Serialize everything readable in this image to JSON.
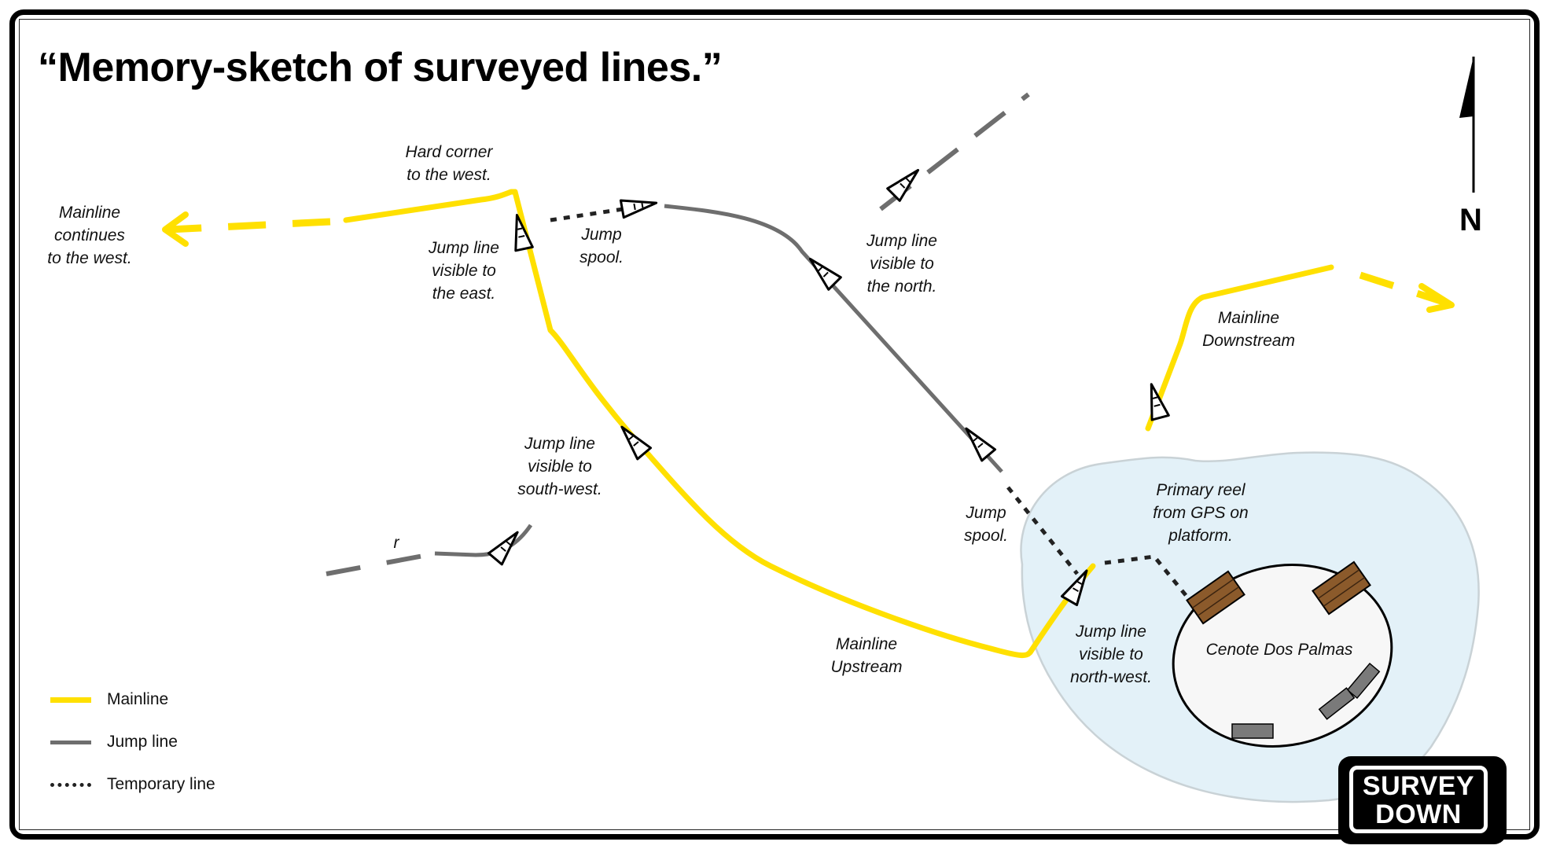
{
  "title": "“Memory-sketch of surveyed lines.”",
  "compass": {
    "letter": "N"
  },
  "labels": {
    "mainline_west": [
      "Mainline",
      "continues",
      "to the west."
    ],
    "hard_corner": [
      "Hard corner",
      "to the west."
    ],
    "jump_east": [
      "Jump line",
      "visible to",
      "the east."
    ],
    "jump_spool_top": [
      "Jump",
      "spool."
    ],
    "jump_north": [
      "Jump line",
      "visible to",
      "the north."
    ],
    "mainline_downstream": [
      "Mainline",
      "Downstream"
    ],
    "jump_southwest": [
      "Jump line",
      "visible to",
      "south-west."
    ],
    "r_label": [
      "r"
    ],
    "jump_spool_bottom": [
      "Jump",
      "spool."
    ],
    "primary_reel": [
      "Primary reel",
      "from GPS on",
      "platform."
    ],
    "mainline_upstream": [
      "Mainline",
      "Upstream"
    ],
    "jump_northwest": [
      "Jump line",
      "visible to",
      "north-west."
    ],
    "cenote": [
      "Cenote Dos Palmas"
    ]
  },
  "legend": [
    {
      "label": "Mainline",
      "style": "mainline"
    },
    {
      "label": "Jump line",
      "style": "jump"
    },
    {
      "label": "Temporary line",
      "style": "temporary"
    }
  ],
  "logo": {
    "line1": "SURVEY",
    "line2": "DOWN"
  },
  "colors": {
    "mainline": "#FFE000",
    "jump_line": "#6E6E6E",
    "temporary_line": "#222222",
    "water": "#E3F1F8",
    "water_edge": "#C9D2D6",
    "platform": "#F7F7F7",
    "wood": "#8B5A2B",
    "step_gray": "#7A7A7A"
  }
}
